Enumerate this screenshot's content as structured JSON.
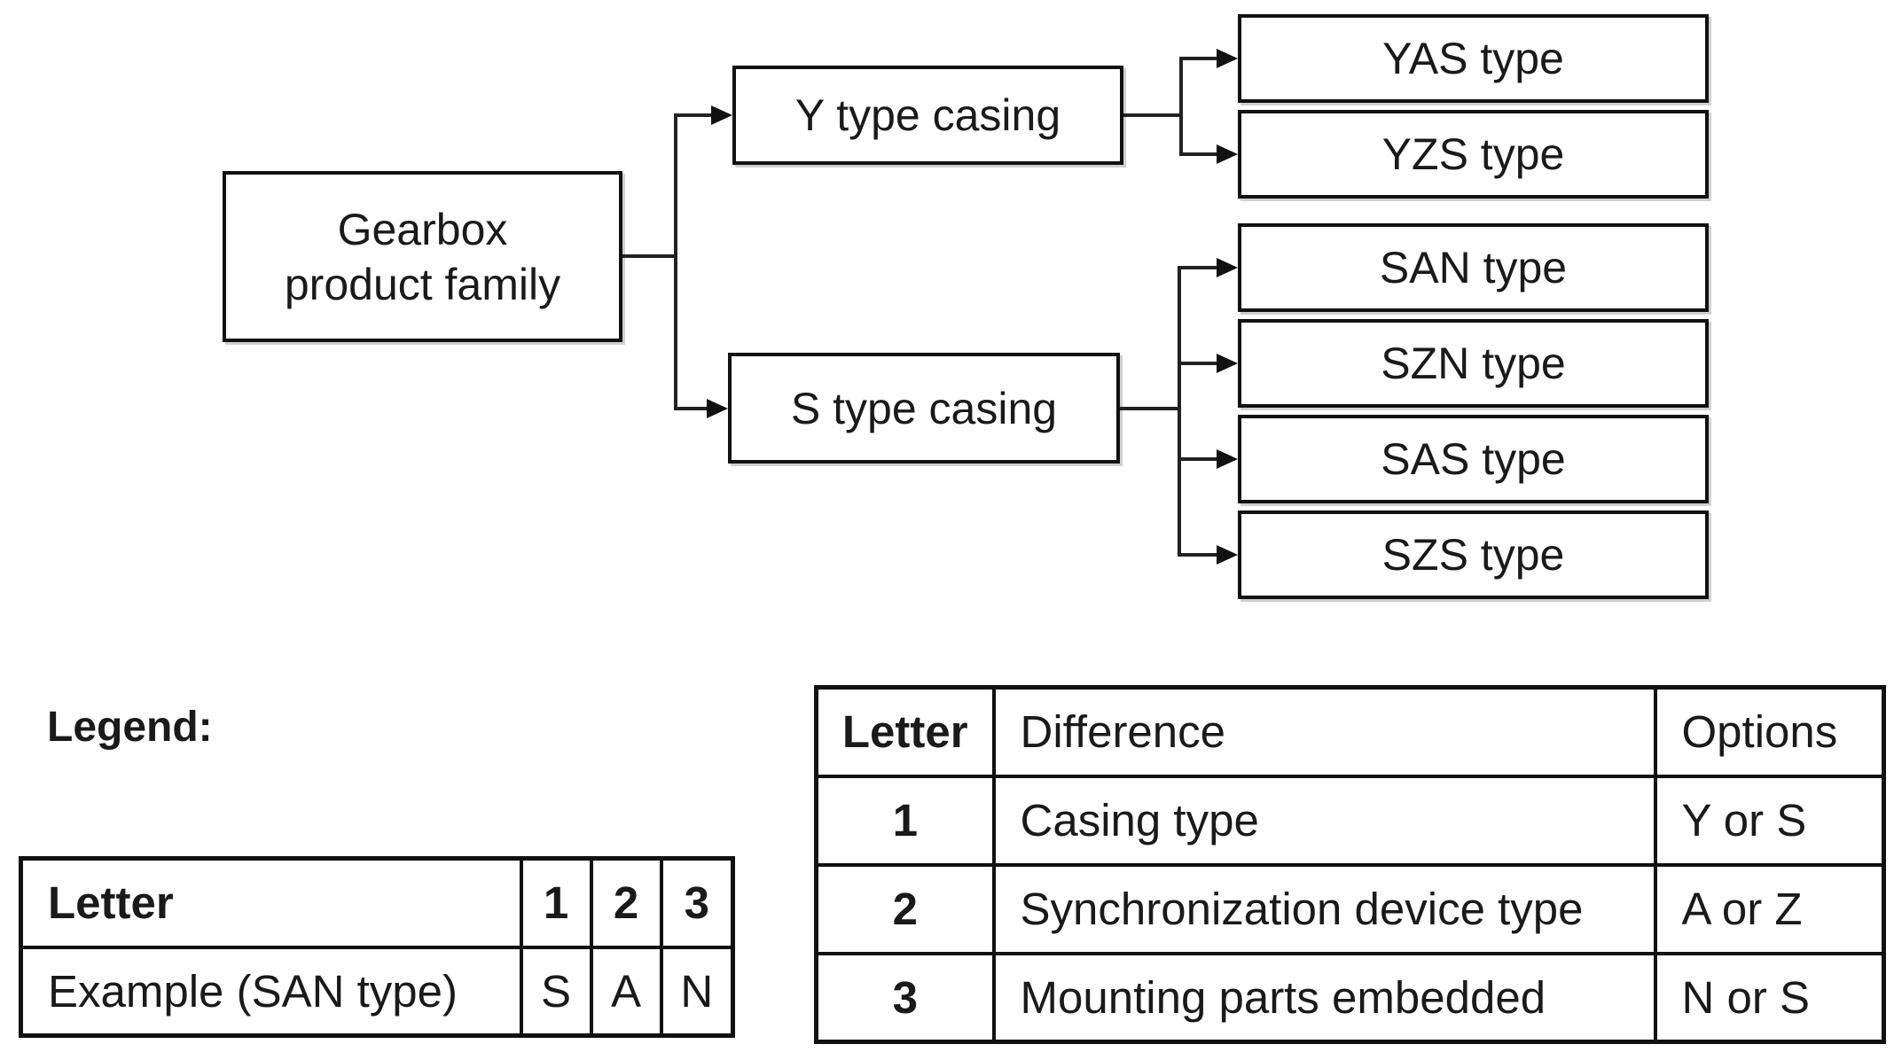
{
  "diagram": {
    "root": {
      "label_line1": "Gearbox",
      "label_line2": "product family"
    },
    "branches": [
      {
        "label": "Y type casing",
        "children": [
          "YAS type",
          "YZS type"
        ]
      },
      {
        "label": "S type casing",
        "children": [
          "SAN type",
          "SZN type",
          "SAS type",
          "SZS type"
        ]
      }
    ]
  },
  "legend": {
    "title": "Legend:",
    "example_table": {
      "header": [
        "Letter",
        "1",
        "2",
        "3"
      ],
      "rows": [
        [
          "Example (SAN type)",
          "S",
          "A",
          "N"
        ]
      ]
    },
    "difference_table": {
      "header": [
        "Letter",
        "Difference",
        "Options"
      ],
      "rows": [
        [
          "1",
          "Casing type",
          "Y or S"
        ],
        [
          "2",
          "Synchronization device type",
          "A or Z"
        ],
        [
          "3",
          "Mounting parts embedded",
          "N or S"
        ]
      ]
    }
  },
  "colors": {
    "ink": "#111111",
    "line": "#222222",
    "background": "#ffffff"
  }
}
